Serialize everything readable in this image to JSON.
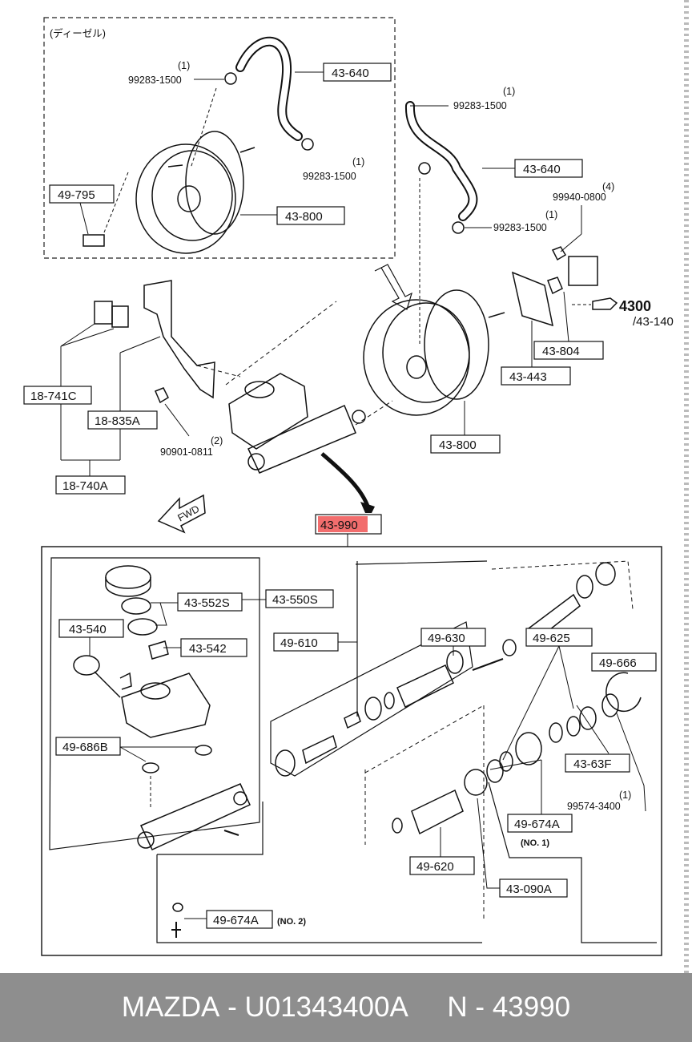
{
  "labels": {
    "diesel_note": "(ディーゼル)",
    "fwd": "FWD",
    "l_43640_a": "43-640",
    "l_43640_b": "43-640",
    "l_43800_a": "43-800",
    "l_43800_b": "43-800",
    "l_49795": "49-795",
    "l_43804": "43-804",
    "l_43443": "43-443",
    "l_18741c": "18-741C",
    "l_18835a": "18-835A",
    "l_18740a": "18-740A",
    "l_43990": "43-990",
    "l_43552s": "43-552S",
    "l_43550s": "43-550S",
    "l_43540": "43-540",
    "l_43542": "43-542",
    "l_49610": "49-610",
    "l_49630": "49-630",
    "l_49625": "49-625",
    "l_49666": "49-666",
    "l_49686b": "49-686B",
    "l_4363f": "43-63F",
    "l_49674a_1": "49-674A",
    "l_49620": "49-620",
    "l_43090a": "43-090A",
    "l_49674a_2": "49-674A"
  },
  "parts": {
    "p1_qty": "(1)",
    "p1_num": "99283-1500",
    "p2_qty": "(1)",
    "p2_num": "99283-1500",
    "p3_qty": "(1)",
    "p3_num": "99283-1500",
    "p4_qty": "(1)",
    "p4_num": "99283-1500",
    "p5_qty": "(4)",
    "p5_num": "99940-0800",
    "p6_qty": "(2)",
    "p6_num": "90901-0811",
    "p7_qty": "(1)",
    "p7_num": "99574-3400",
    "ref_4300": "4300",
    "ref_43140": "/43-140",
    "no1": "(NO. 1)",
    "no2": "(NO. 2)"
  },
  "footer": {
    "brand": "MAZDA",
    "sep1": " - ",
    "part_number": "U01343400A",
    "gap": "     ",
    "code_prefix": "N",
    "sep2": " - ",
    "code": "43990"
  },
  "colors": {
    "highlight": "#f26d6d",
    "footer_bg": "#8e8e8e"
  }
}
